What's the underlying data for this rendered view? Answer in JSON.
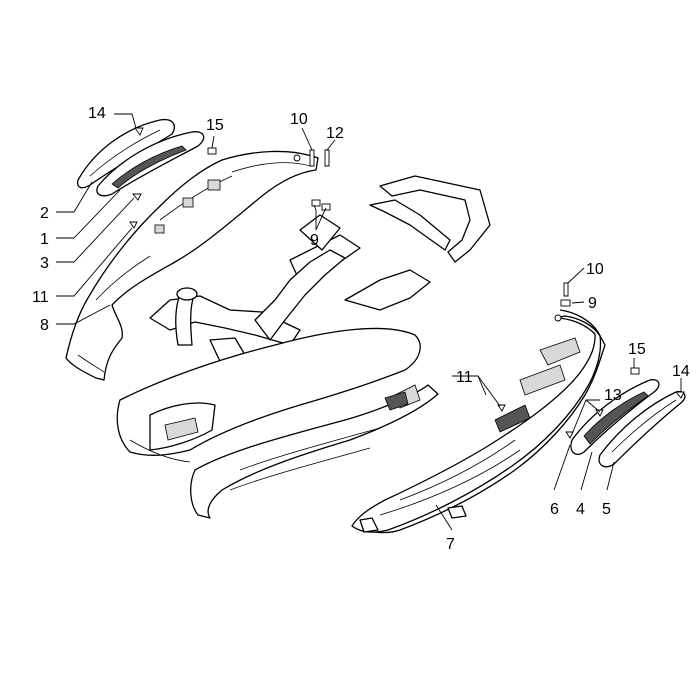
{
  "diagram": {
    "callouts": [
      {
        "id": "left-14",
        "text": "14"
      },
      {
        "id": "left-15",
        "text": "15"
      },
      {
        "id": "left-2",
        "text": "2"
      },
      {
        "id": "left-1",
        "text": "1"
      },
      {
        "id": "left-3",
        "text": "3"
      },
      {
        "id": "left-11",
        "text": "11"
      },
      {
        "id": "left-8",
        "text": "8"
      },
      {
        "id": "top-10",
        "text": "10"
      },
      {
        "id": "top-12",
        "text": "12"
      },
      {
        "id": "top-9",
        "text": "9"
      },
      {
        "id": "right-10",
        "text": "10"
      },
      {
        "id": "right-9",
        "text": "9"
      },
      {
        "id": "right-11",
        "text": "11"
      },
      {
        "id": "right-13",
        "text": "13"
      },
      {
        "id": "right-15",
        "text": "15"
      },
      {
        "id": "right-14",
        "text": "14"
      },
      {
        "id": "right-6",
        "text": "6"
      },
      {
        "id": "right-4",
        "text": "4"
      },
      {
        "id": "right-5",
        "text": "5"
      },
      {
        "id": "right-7",
        "text": "7"
      }
    ]
  }
}
